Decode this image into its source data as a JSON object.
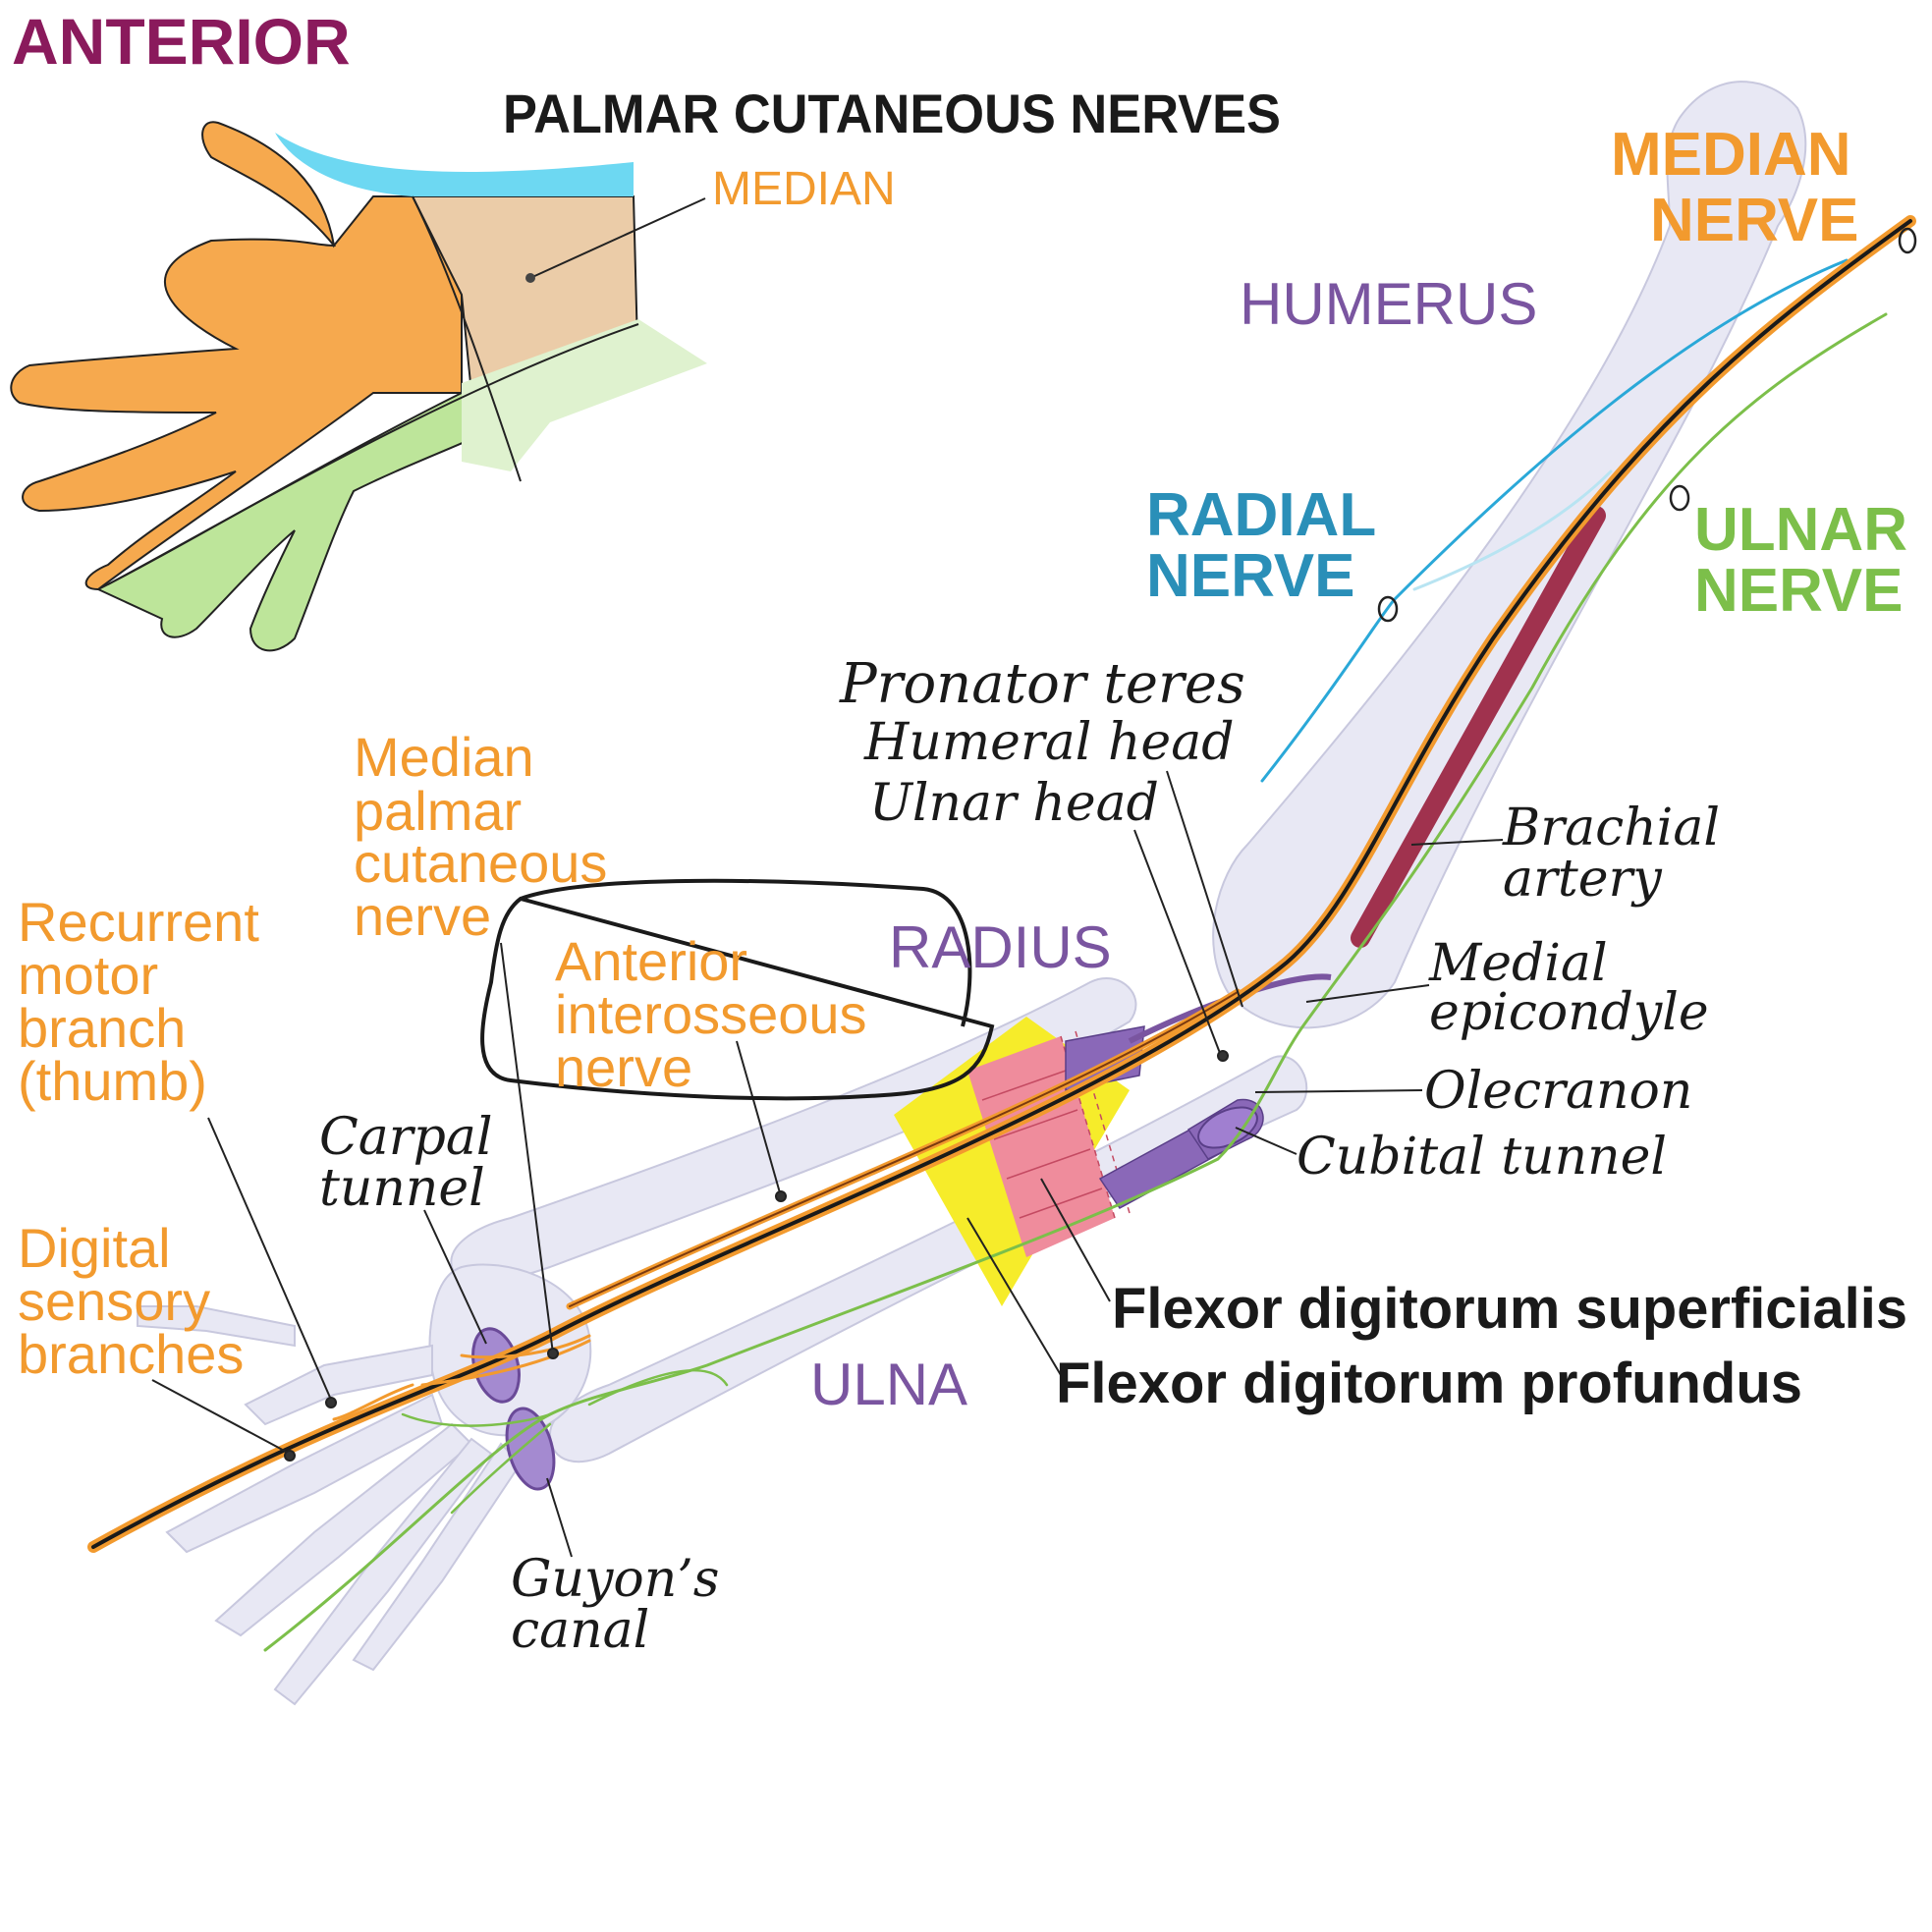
{
  "view_label": "ANTERIOR",
  "hand_inset": {
    "title": "PALMAR CUTANEOUS NERVES",
    "median_label": "MEDIAN"
  },
  "nerves": {
    "median_line1": "MEDIAN",
    "median_line2": "NERVE",
    "radial_line1": "RADIAL",
    "radial_line2": "NERVE",
    "ulnar_line1": "ULNAR",
    "ulnar_line2": "NERVE"
  },
  "bones": {
    "humerus": "HUMERUS",
    "radius": "RADIUS",
    "ulna": "ULNA"
  },
  "labels": {
    "pronator_teres": "Pronator teres",
    "humeral_head": "Humeral head",
    "ulnar_head": "Ulnar head",
    "brachial_line1": "Brachial",
    "brachial_line2": "artery",
    "medial_epi_line1": "Medial",
    "medial_epi_line2": "epicondyle",
    "olecranon": "Olecranon",
    "cubital_tunnel": "Cubital tunnel",
    "fds": "Flexor digitorum superficialis",
    "fdp": "Flexor digitorum profundus",
    "carpal_line1": "Carpal",
    "carpal_line2": "tunnel",
    "guyon_line1": "Guyon’s",
    "guyon_line2": "canal"
  },
  "branches": {
    "median_palmar": [
      "Median",
      "palmar",
      "cutaneous",
      "nerve"
    ],
    "recurrent_motor": [
      "Recurrent",
      "motor",
      "branch",
      "(thumb)"
    ],
    "digital_sensory": [
      "Digital",
      "sensory",
      "branches"
    ],
    "anterior_interosseous": [
      "Anterior",
      "interosseous",
      "nerve"
    ]
  },
  "colors": {
    "title_maroon": "#8a1a5c",
    "median_orange": "#f29a2e",
    "radial_blue": "#2a8fb8",
    "ulnar_green": "#7cbf4a",
    "bone_purple": "#7a55a0",
    "bone_fill": "#e6e6f3",
    "artery": "#a0324e",
    "fds_pink": "#ef8c9c",
    "fdp_yellow": "#f6ec2a",
    "muscle_purple": "#8a68b8"
  }
}
